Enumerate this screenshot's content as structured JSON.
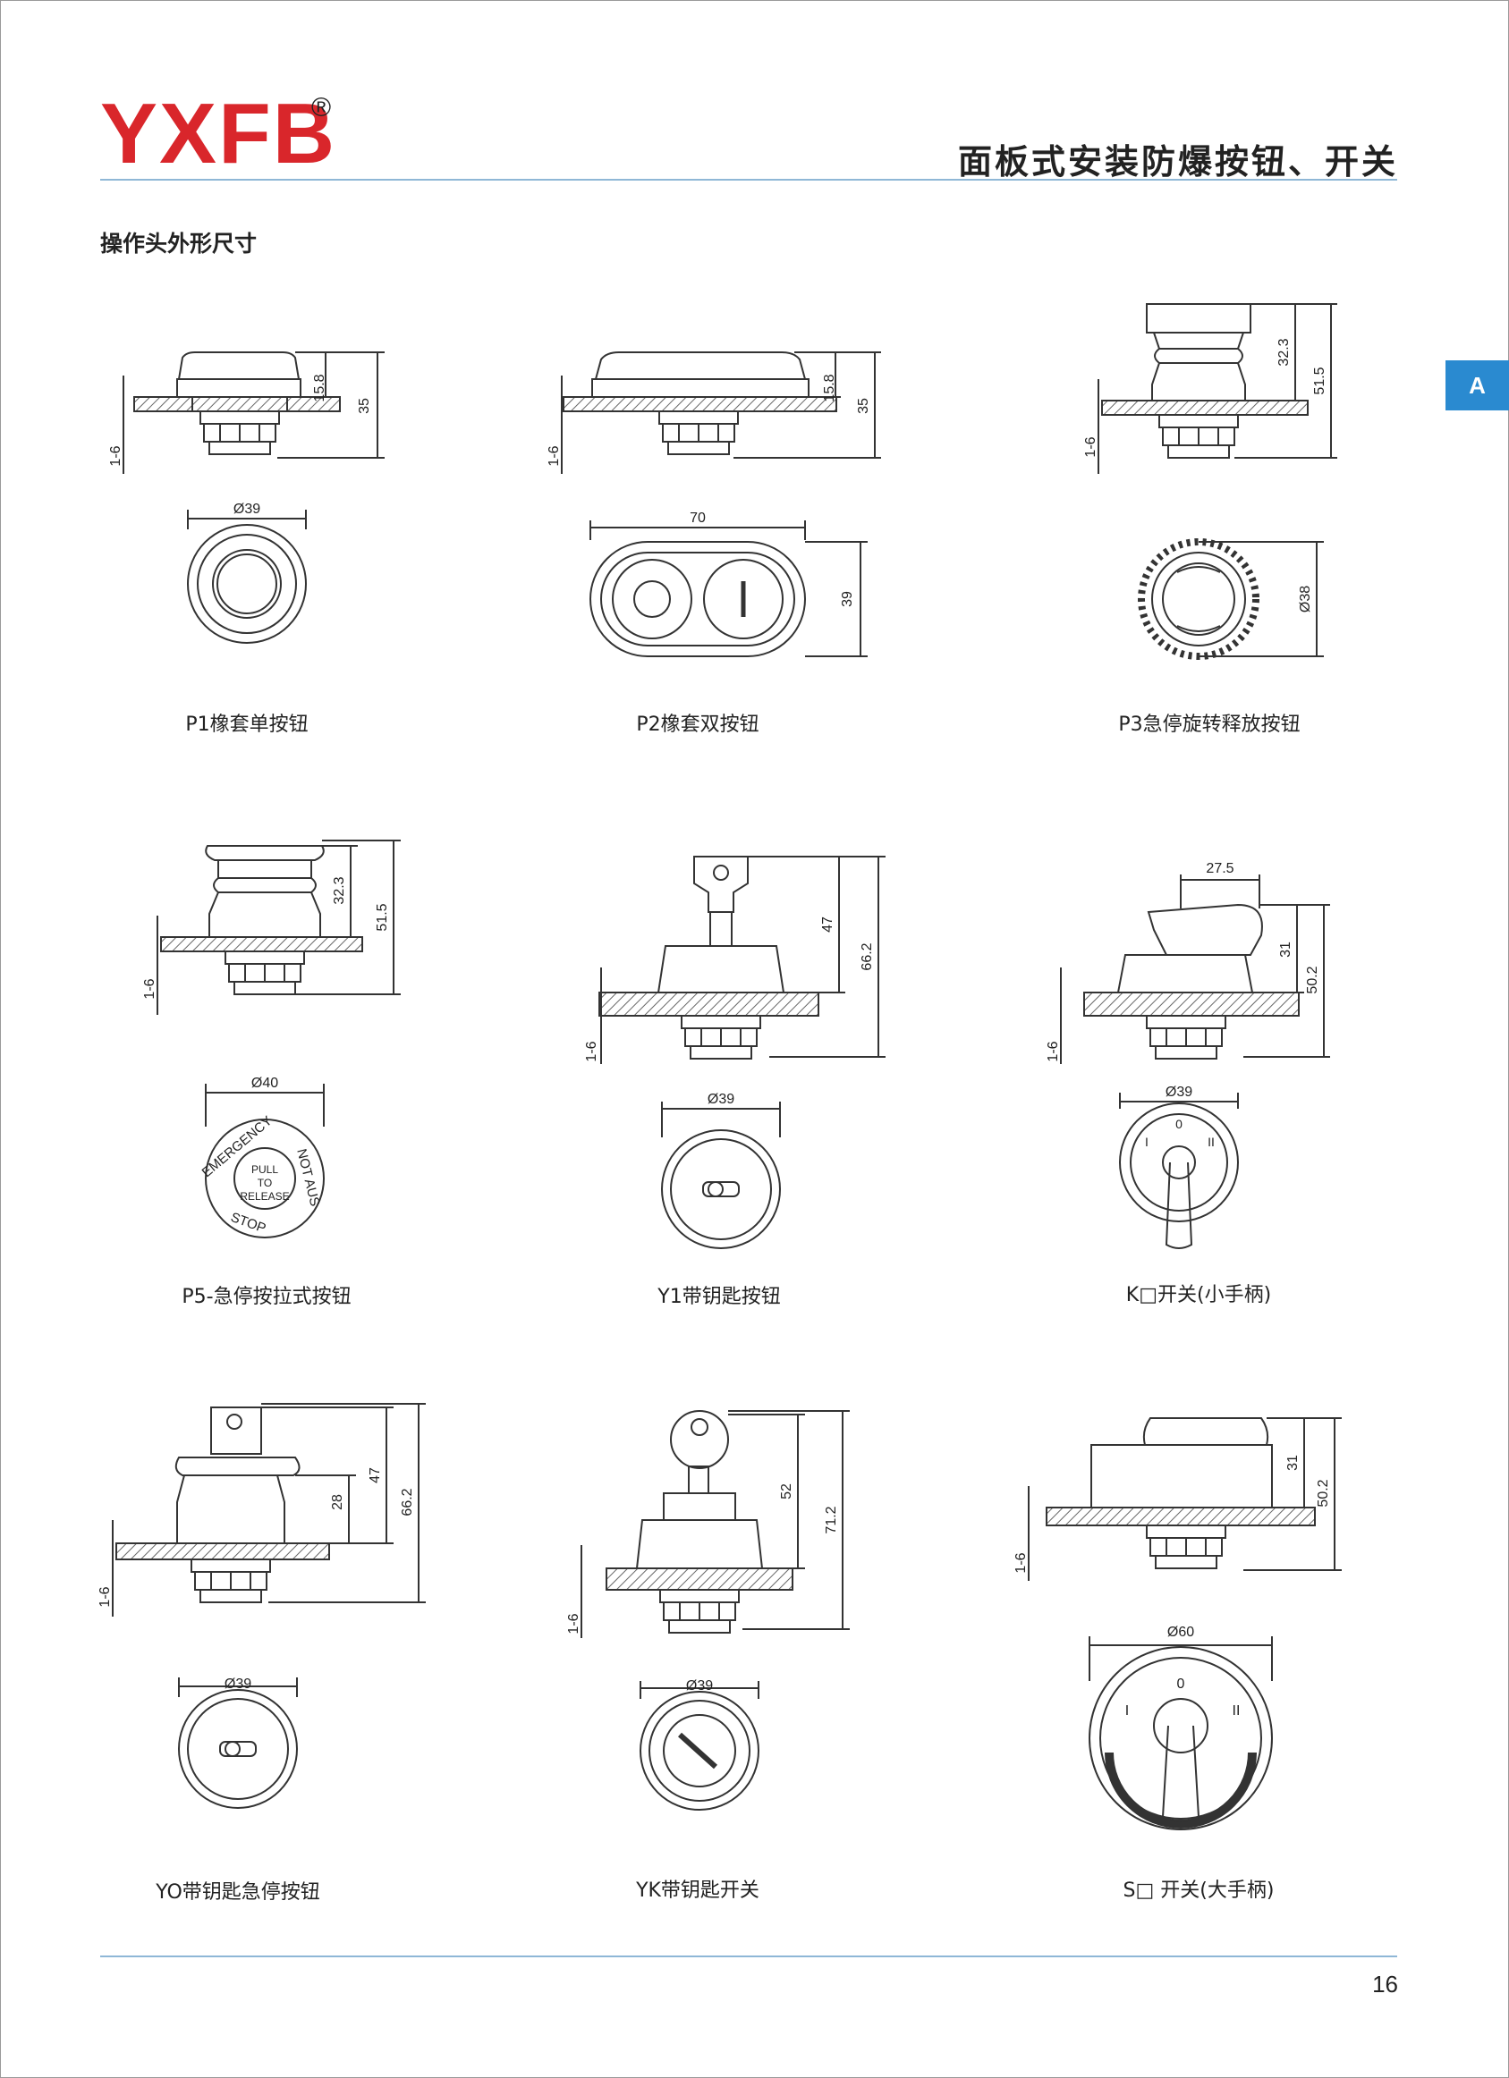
{
  "brand": {
    "logo": "YXFB",
    "registered_mark": "®"
  },
  "header": {
    "title": "面板式安装防爆按钮、开关"
  },
  "section_title": "操作头外形尺寸",
  "side_tab": "A",
  "page_number": "16",
  "items": [
    {
      "caption": "P1橡套单按钮",
      "dims": {
        "d1": "15.8",
        "d2": "35",
        "panel": "1-6",
        "dia": "Ø39"
      }
    },
    {
      "caption": "P2橡套双按钮",
      "dims": {
        "d1": "15.8",
        "d2": "35",
        "panel": "1-6",
        "width": "70",
        "height": "39"
      }
    },
    {
      "caption": "P3急停旋转释放按钮",
      "dims": {
        "d1": "32.3",
        "d2": "51.5",
        "panel": "1-6",
        "dia": "Ø38"
      }
    },
    {
      "caption": "P5-急停按拉式按钮",
      "dims": {
        "d1": "32.3",
        "d2": "51.5",
        "panel": "1-6",
        "dia": "Ø40"
      },
      "face_text": {
        "emergency": "EMERGENCY",
        "stop": "STOP",
        "not_aus": "NOT AUS",
        "pull": "PULL",
        "to": "TO",
        "release": "RELEASE"
      }
    },
    {
      "caption": "Y1带钥匙按钮",
      "dims": {
        "d1": "47",
        "d2": "66.2",
        "panel": "1-6",
        "dia": "Ø39"
      }
    },
    {
      "caption": "K□开关(小手柄)",
      "dims": {
        "w": "27.5",
        "d1": "31",
        "d2": "50.2",
        "panel": "1-6",
        "dia": "Ø39"
      },
      "positions": [
        "I",
        "0",
        "II"
      ]
    },
    {
      "caption": "YO带钥匙急停按钮",
      "dims": {
        "d1": "28",
        "d2": "47",
        "d3": "66.2",
        "panel": "1-6",
        "dia": "Ø39"
      }
    },
    {
      "caption": "YK带钥匙开关",
      "dims": {
        "d1": "52",
        "d2": "71.2",
        "panel": "1-6",
        "dia": "Ø39"
      }
    },
    {
      "caption": "S□ 开关(大手柄)",
      "dims": {
        "d1": "31",
        "d2": "50.2",
        "panel": "1-6",
        "dia": "Ø60"
      },
      "positions": [
        "I",
        "0",
        "II"
      ]
    }
  ]
}
